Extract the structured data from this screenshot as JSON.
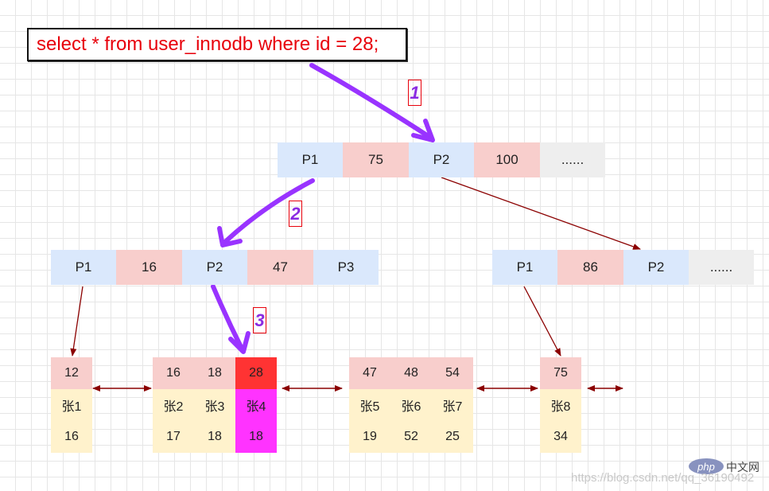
{
  "query": "select * from user_innodb where id = 28;",
  "steps": [
    "1",
    "2",
    "3"
  ],
  "root": {
    "cells": [
      {
        "text": "P1",
        "kind": "pointer"
      },
      {
        "text": "75",
        "kind": "key"
      },
      {
        "text": "P2",
        "kind": "pointer"
      },
      {
        "text": "100",
        "kind": "key"
      },
      {
        "text": "......",
        "kind": "more"
      }
    ]
  },
  "level2_left": {
    "cells": [
      {
        "text": "P1",
        "kind": "pointer"
      },
      {
        "text": "16",
        "kind": "key"
      },
      {
        "text": "P2",
        "kind": "pointer"
      },
      {
        "text": "47",
        "kind": "key"
      },
      {
        "text": "P3",
        "kind": "pointer"
      }
    ]
  },
  "level2_right": {
    "cells": [
      {
        "text": "P1",
        "kind": "pointer"
      },
      {
        "text": "86",
        "kind": "key"
      },
      {
        "text": "P2",
        "kind": "pointer"
      },
      {
        "text": "......",
        "kind": "more"
      }
    ]
  },
  "leaves": [
    {
      "ids": [
        "12"
      ],
      "names": [
        "张1"
      ],
      "values": [
        "16"
      ]
    },
    {
      "ids": [
        "16",
        "18",
        "28"
      ],
      "names": [
        "张2",
        "张3",
        "张4"
      ],
      "values": [
        "17",
        "18",
        "18"
      ],
      "highlight_index": 2
    },
    {
      "ids": [
        "47",
        "48",
        "54"
      ],
      "names": [
        "张5",
        "张6",
        "张7"
      ],
      "values": [
        "19",
        "52",
        "25"
      ]
    },
    {
      "ids": [
        "75"
      ],
      "names": [
        "张8"
      ],
      "values": [
        "34"
      ]
    }
  ],
  "colors": {
    "pointer_cell": "#dae8fc",
    "key_cell": "#f8cecc",
    "more_cell": "#eeeeee",
    "leaf_data": "#fff2cc",
    "highlight_key": "#ff3333",
    "highlight_row": "#ff33ff",
    "search_arrow": "#9933ff",
    "tree_arrow": "#8b0000",
    "query_text": "#e8000b"
  },
  "watermark": {
    "logo": "php",
    "logo_text": "中文网",
    "url": "https://blog.csdn.net/qq_36190492"
  }
}
